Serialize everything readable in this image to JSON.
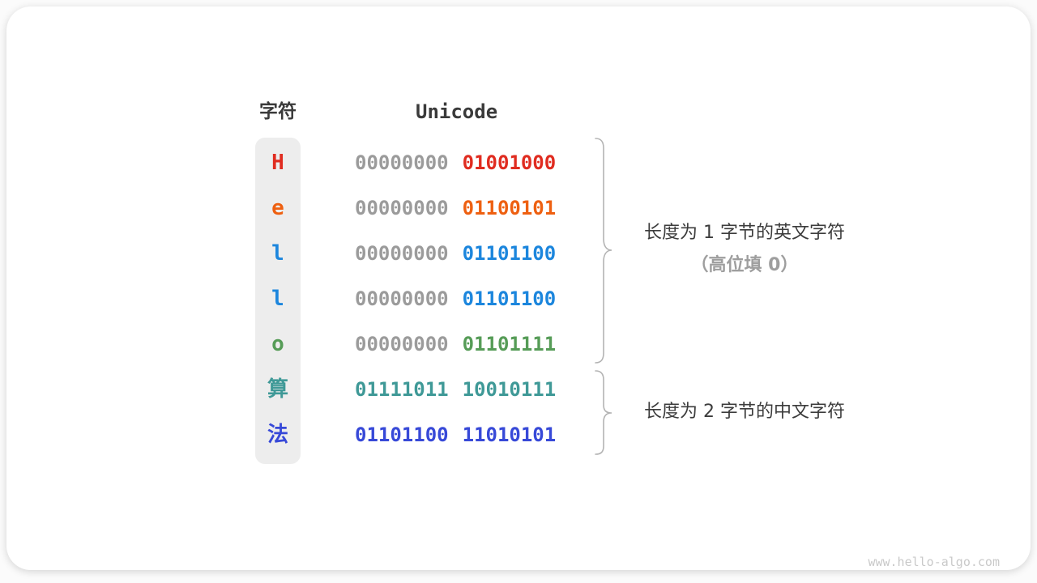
{
  "card": {
    "header": {
      "char_col": "字符",
      "unicode_col": "Unicode"
    },
    "rows": [
      {
        "char": "H",
        "byte1": "00000000",
        "byte2": "01001000",
        "char_color": "#e02c20",
        "byte1_color": "#9b9b9b",
        "byte2_color": "#e02c20"
      },
      {
        "char": "e",
        "byte1": "00000000",
        "byte2": "01100101",
        "char_color": "#ee6011",
        "byte1_color": "#9b9b9b",
        "byte2_color": "#ee6011"
      },
      {
        "char": "l",
        "byte1": "00000000",
        "byte2": "01101100",
        "char_color": "#1c86dd",
        "byte1_color": "#9b9b9b",
        "byte2_color": "#1c86dd"
      },
      {
        "char": "l",
        "byte1": "00000000",
        "byte2": "01101100",
        "char_color": "#1c86dd",
        "byte1_color": "#9b9b9b",
        "byte2_color": "#1c86dd"
      },
      {
        "char": "o",
        "byte1": "00000000",
        "byte2": "01101111",
        "char_color": "#569c57",
        "byte1_color": "#9b9b9b",
        "byte2_color": "#569c57"
      },
      {
        "char": "算",
        "byte1": "01111011",
        "byte2": "10010111",
        "char_color": "#3f9997",
        "byte1_color": "#3f9997",
        "byte2_color": "#3f9997"
      },
      {
        "char": "法",
        "byte1": "01101100",
        "byte2": "11010101",
        "char_color": "#3749d8",
        "byte1_color": "#3749d8",
        "byte2_color": "#3749d8"
      }
    ],
    "annotations": {
      "group1_line1": "长度为 1 字节的英文字符",
      "group1_line2": "（高位填 0）",
      "group2_line1": "长度为 2 字节的中文字符"
    },
    "watermark": "www.hello-algo.com",
    "colors": {
      "header_text": "#3a3a3a",
      "char_column_bg": "#ededed",
      "annotation_text": "#3c3c3c",
      "annotation_muted": "#9e9e9e",
      "brace": "#b3b3b3",
      "watermark_text": "#c9c9c9"
    }
  }
}
